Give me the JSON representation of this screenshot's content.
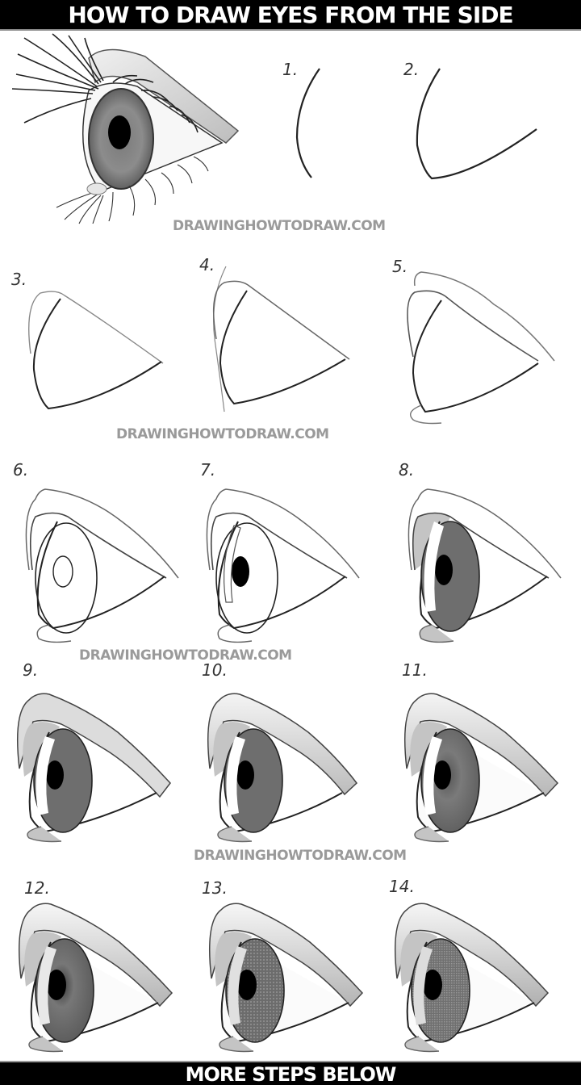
{
  "header": {
    "title": "How to Draw Eyes From the Side"
  },
  "footer": {
    "label": "More Steps Below"
  },
  "watermarks": [
    "DRAWINGHOWTODRAW.COM",
    "DRAWINGHOWTODRAW.COM",
    "DRAWINGHOWTODRAW.COM",
    "DRAWINGHOWTODRAW.COM"
  ],
  "hero": {
    "description": "finished realistic eye in profile with eyelashes"
  },
  "steps": [
    {
      "label": "1.",
      "description": "curved line for front of eye"
    },
    {
      "label": "2.",
      "description": "lower lid line angling right"
    },
    {
      "label": "3.",
      "description": "upper lid closing the triangle shape"
    },
    {
      "label": "4.",
      "description": "eyelid crease line"
    },
    {
      "label": "5.",
      "description": "brow/lid fold and tear duct"
    },
    {
      "label": "6.",
      "description": "iris oval and pupil outline"
    },
    {
      "label": "7.",
      "description": "pupil filled in, highlight outline"
    },
    {
      "label": "8.",
      "description": "iris shaded grey, lid shaded"
    },
    {
      "label": "9.",
      "description": "upper lid fold shaded"
    },
    {
      "label": "10.",
      "description": "shading gradient on lid fold"
    },
    {
      "label": "11.",
      "description": "iris radial shading"
    },
    {
      "label": "12.",
      "description": "darker pupil edge blending"
    },
    {
      "label": "13.",
      "description": "iris texture streaks"
    },
    {
      "label": "14.",
      "description": "final iris detail"
    }
  ],
  "colors": {
    "bar_bg": "#000000",
    "bar_text": "#ffffff",
    "watermark": "#9a9a9a",
    "iris": "#6e6e6e",
    "lid_shade": "#c4c4c4",
    "pupil": "#000000"
  }
}
